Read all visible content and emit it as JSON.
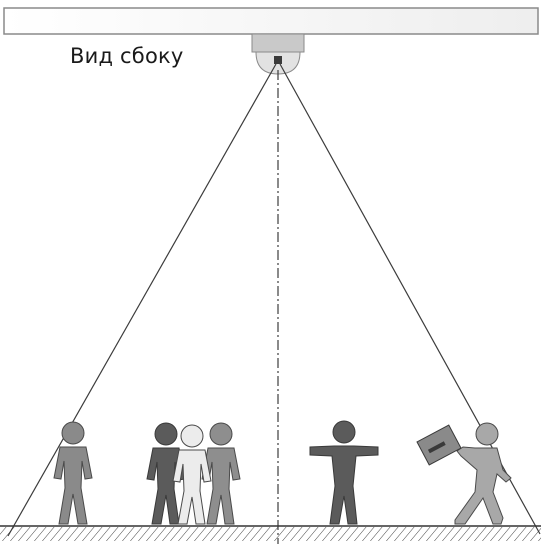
{
  "diagram": {
    "caption": "Вид сбоку",
    "colors": {
      "ceiling_fill": "#f6f6f6",
      "ceiling_stroke": "#8a8a8a",
      "camera_mount": "#c9c9c9",
      "camera_dome": "#e2e2e2",
      "lens": "#3a3a3a",
      "cone_lines": "#3c3c3c",
      "axis_line": "#3c3c3c",
      "floor_line": "#333333",
      "figure_dark": "#5b5b5b",
      "figure_mid": "#8a8a8a",
      "figure_light": "#e8e8e8",
      "figure_outline": "#4a4a4a"
    },
    "elements": [
      "ceiling",
      "camera",
      "field-of-view-cone",
      "center-axis",
      "floor",
      "people"
    ]
  }
}
